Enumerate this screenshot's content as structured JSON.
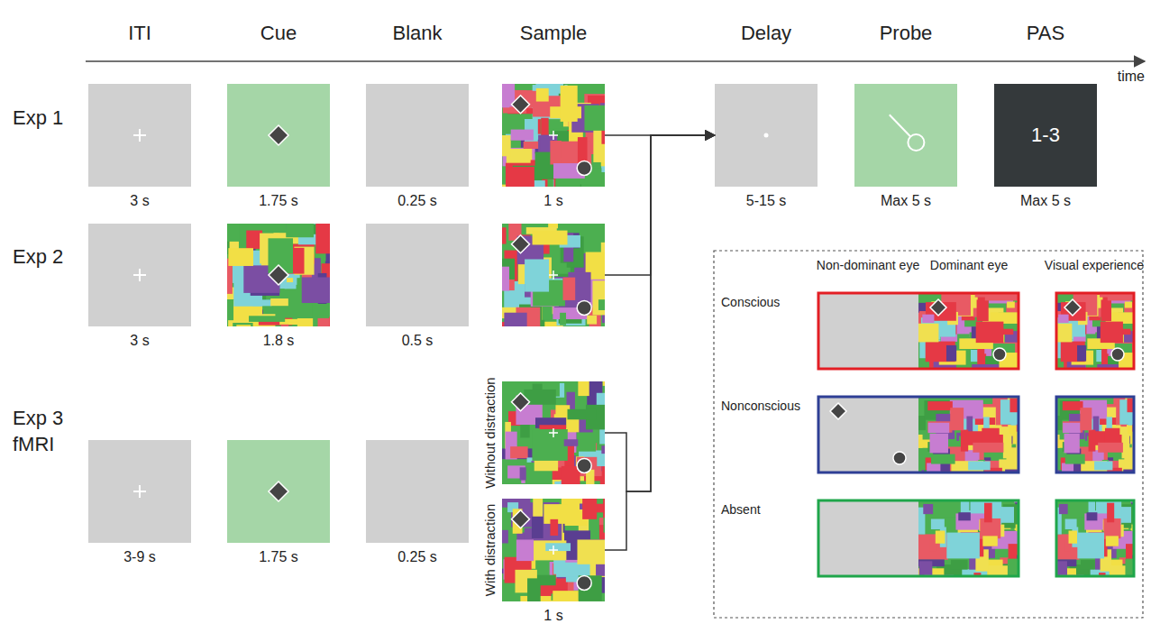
{
  "diagram": {
    "nodes": [
      {
        "text": [
          "3 s"
        ]
      },
      {
        "text": [
          "1.75 s"
        ]
      },
      {
        "text": [
          "0.25 s"
        ]
      },
      {
        "text": [
          "1 s"
        ]
      },
      {
        "text": [
          "5-15 s"
        ]
      },
      {
        "text": [
          "Max 5 s"
        ]
      },
      {
        "text": [
          "1-3",
          "Max 5 s"
        ]
      },
      {
        "text": [
          "3 s"
        ]
      },
      {
        "text": [
          "1.8 s"
        ]
      },
      {
        "text": [
          "0.5 s"
        ]
      },
      {
        "text": []
      },
      {
        "text": [
          "3-9 s"
        ]
      },
      {
        "text": [
          "1.75 s"
        ]
      },
      {
        "text": [
          "0.25 s"
        ]
      },
      {
        "text": [
          "Without distraction"
        ]
      },
      {
        "text": [
          "With distraction",
          "1 s"
        ]
      }
    ],
    "edges": [
      {
        "from": 3,
        "to": 4,
        "arrow": "to"
      },
      {
        "from": 10,
        "to": 4,
        "arrow": "to"
      },
      {
        "from": 14,
        "to": 4,
        "arrow": "to"
      },
      {
        "from": 15,
        "to": 4,
        "arrow": "to"
      }
    ],
    "labels": [
      "ITI",
      "Cue",
      "Blank",
      "Sample",
      "Delay",
      "Probe",
      "PAS",
      "time",
      "Exp 1",
      "Exp 2",
      "Exp 3 fMRI",
      "Non-dominant eye",
      "Dominant eye",
      "Visual experience",
      "Conscious",
      "Nonconscious",
      "Absent"
    ]
  }
}
